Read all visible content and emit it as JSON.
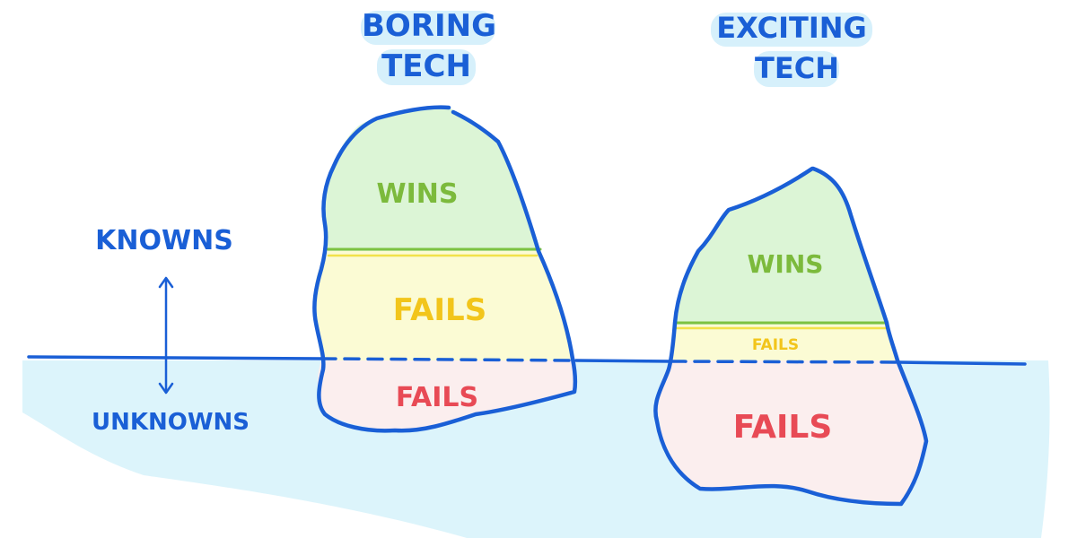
{
  "columns": [
    {
      "title_line1": "BORING",
      "title_line2": "TECH"
    },
    {
      "title_line1": "EXCITING",
      "title_line2": "TECH"
    }
  ],
  "side_labels": {
    "top": "KNOWNS",
    "bottom": "UNKNOWNS"
  },
  "icebergs": [
    {
      "upper": "WINS",
      "middle": "FAILS",
      "lower": "FAILS"
    },
    {
      "upper": "WINS",
      "middle": "FAILS",
      "lower": "FAILS"
    }
  ],
  "colors": {
    "outline": "#1a5fd6",
    "water": "#dcf4fb",
    "title_highlight": "#d6f0fb",
    "wins_fill": "#dcf5d6",
    "wins_text": "#7cba3c",
    "wins_line": "#7cc242",
    "known_fails_fill": "#fbfbd4",
    "known_fails_text": "#f2c51b",
    "known_fails_line": "#f2e24a",
    "unknown_fails_fill": "#fbeeee",
    "unknown_fails_text": "#e84a55"
  }
}
